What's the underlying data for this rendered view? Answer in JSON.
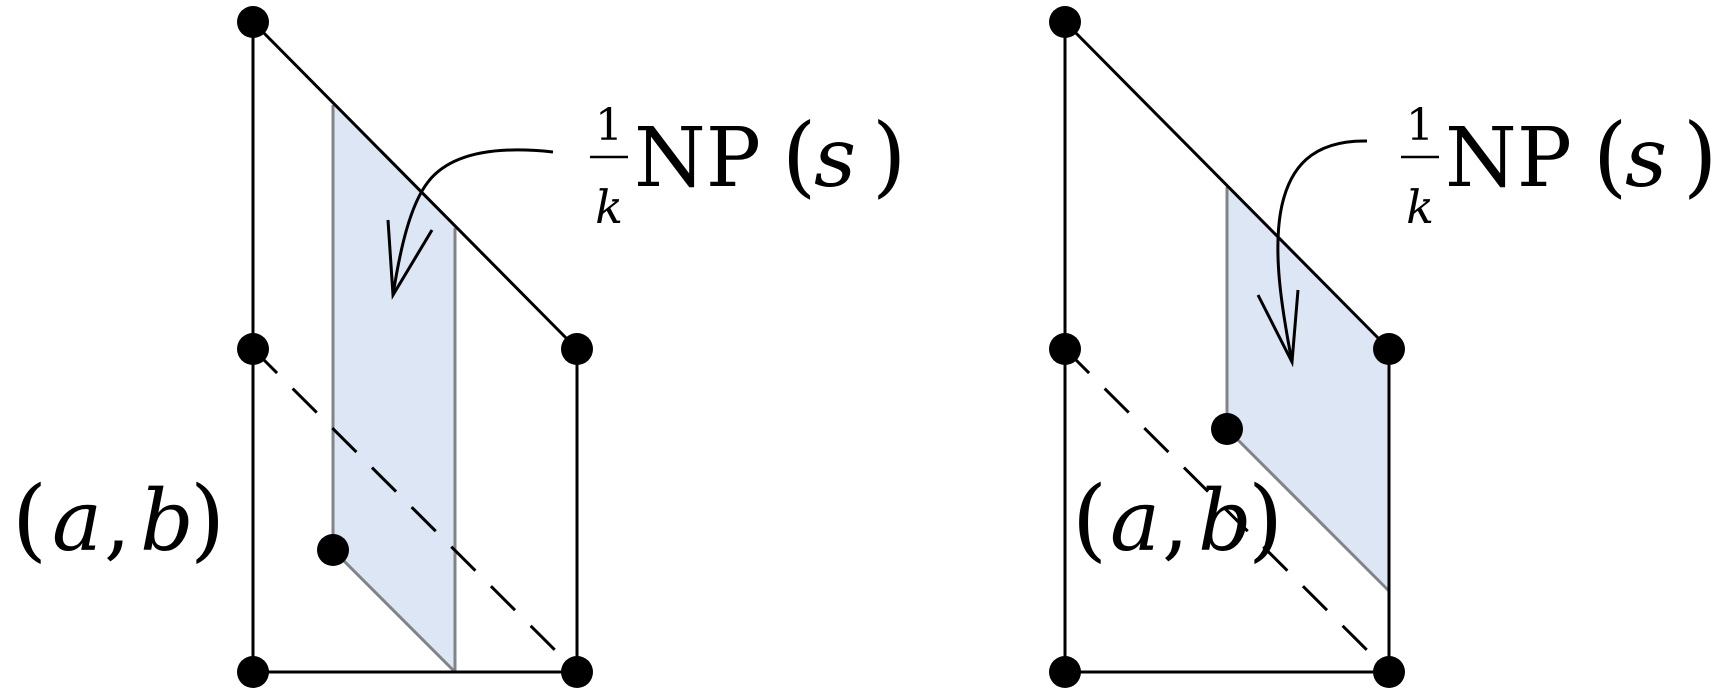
{
  "colors": {
    "line": "#000000",
    "gray_line": "#808488",
    "region_fill": "#dce6f4",
    "vertex": "#000000"
  },
  "panels": [
    {
      "id": "left",
      "label_np": {
        "frac_num": "1",
        "frac_den": "k",
        "np_text": "NP",
        "paren_open": "(",
        "var": "s",
        "paren_close": ")"
      },
      "label_point": {
        "paren_open": "(",
        "a": "a",
        "comma": ",",
        "b": "b",
        "paren_close": ")"
      }
    },
    {
      "id": "right",
      "label_np": {
        "frac_num": "1",
        "frac_den": "k",
        "np_text": "NP",
        "paren_open": "(",
        "var": "s",
        "paren_close": ")"
      },
      "label_point": {
        "paren_open": "(",
        "a": "a",
        "comma": ",",
        "b": "b",
        "paren_close": ")"
      }
    }
  ]
}
